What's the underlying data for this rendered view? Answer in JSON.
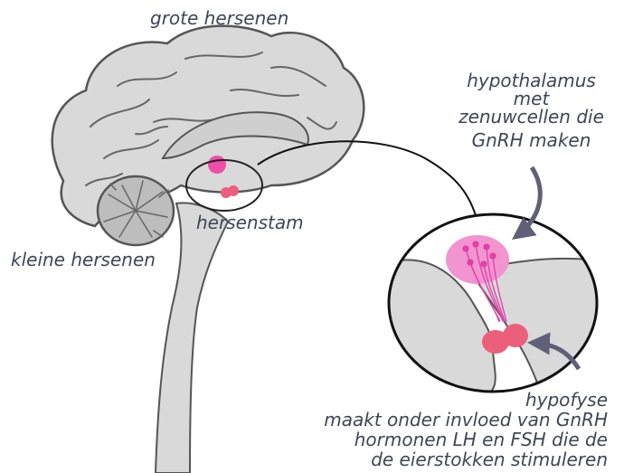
{
  "labels": {
    "cerebrum": "grote hersenen",
    "cerebellum": "kleine hersenen",
    "brainstem": "hersenstam",
    "hypothalamus": {
      "line1": "hypothalamus",
      "line2": "met",
      "line3": "zenuwcellen die",
      "line4": "GnRH maken"
    },
    "pituitary": {
      "line1": "hypofyse",
      "line2": "maakt onder invloed van GnRH",
      "line3": "hormonen LH en FSH die de",
      "line4": "de eierstokken stimuleren"
    }
  },
  "colors": {
    "text": "#3f4656",
    "brain_fill": "#d9d9d9",
    "outline": "#555555",
    "hypothalamus": "#ee4fa8",
    "hypothalamus_zoom": "#f294d0",
    "pituitary": "#ec5f7a",
    "arrow": "#5f5f78"
  },
  "icons": [
    "brain-sagittal-diagram",
    "zoom-circle",
    "neuron-icon",
    "arrow-icon"
  ]
}
